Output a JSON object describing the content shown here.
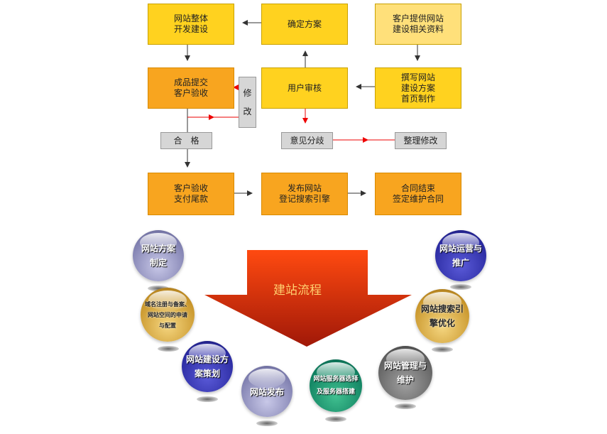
{
  "flowchart": {
    "website_overall_dev": "网站整体\n开发建设",
    "confirm_plan": "确定方案",
    "client_provides_materials": "客户提供网站\n建设相关资料",
    "product_submit": "成品提交\n客户验收",
    "modify": "修\n\n改",
    "user_review": "用户审核",
    "write_plan": "撰写网站\n建设方案\n首页制作",
    "qualified": "合　格",
    "disagreement": "意见分歧",
    "revise": "整理修改",
    "client_accept_pay": "客户验收\n支付尾款",
    "publish_site": "发布网站\n登记搜索引擎",
    "contract_end": "合同结束\n签定维护合同"
  },
  "process": {
    "title": "建站流程",
    "steps": [
      "网站方案\n制定",
      "域名注册与备案、\n网站空间的申请\n与配置",
      "网站建设方\n案策划",
      "网站发布",
      "网站服务器选择\n及服务器搭建",
      "网站管理与\n维护",
      "网站搜索引\n擎优化",
      "网站运营与\n推广"
    ]
  }
}
